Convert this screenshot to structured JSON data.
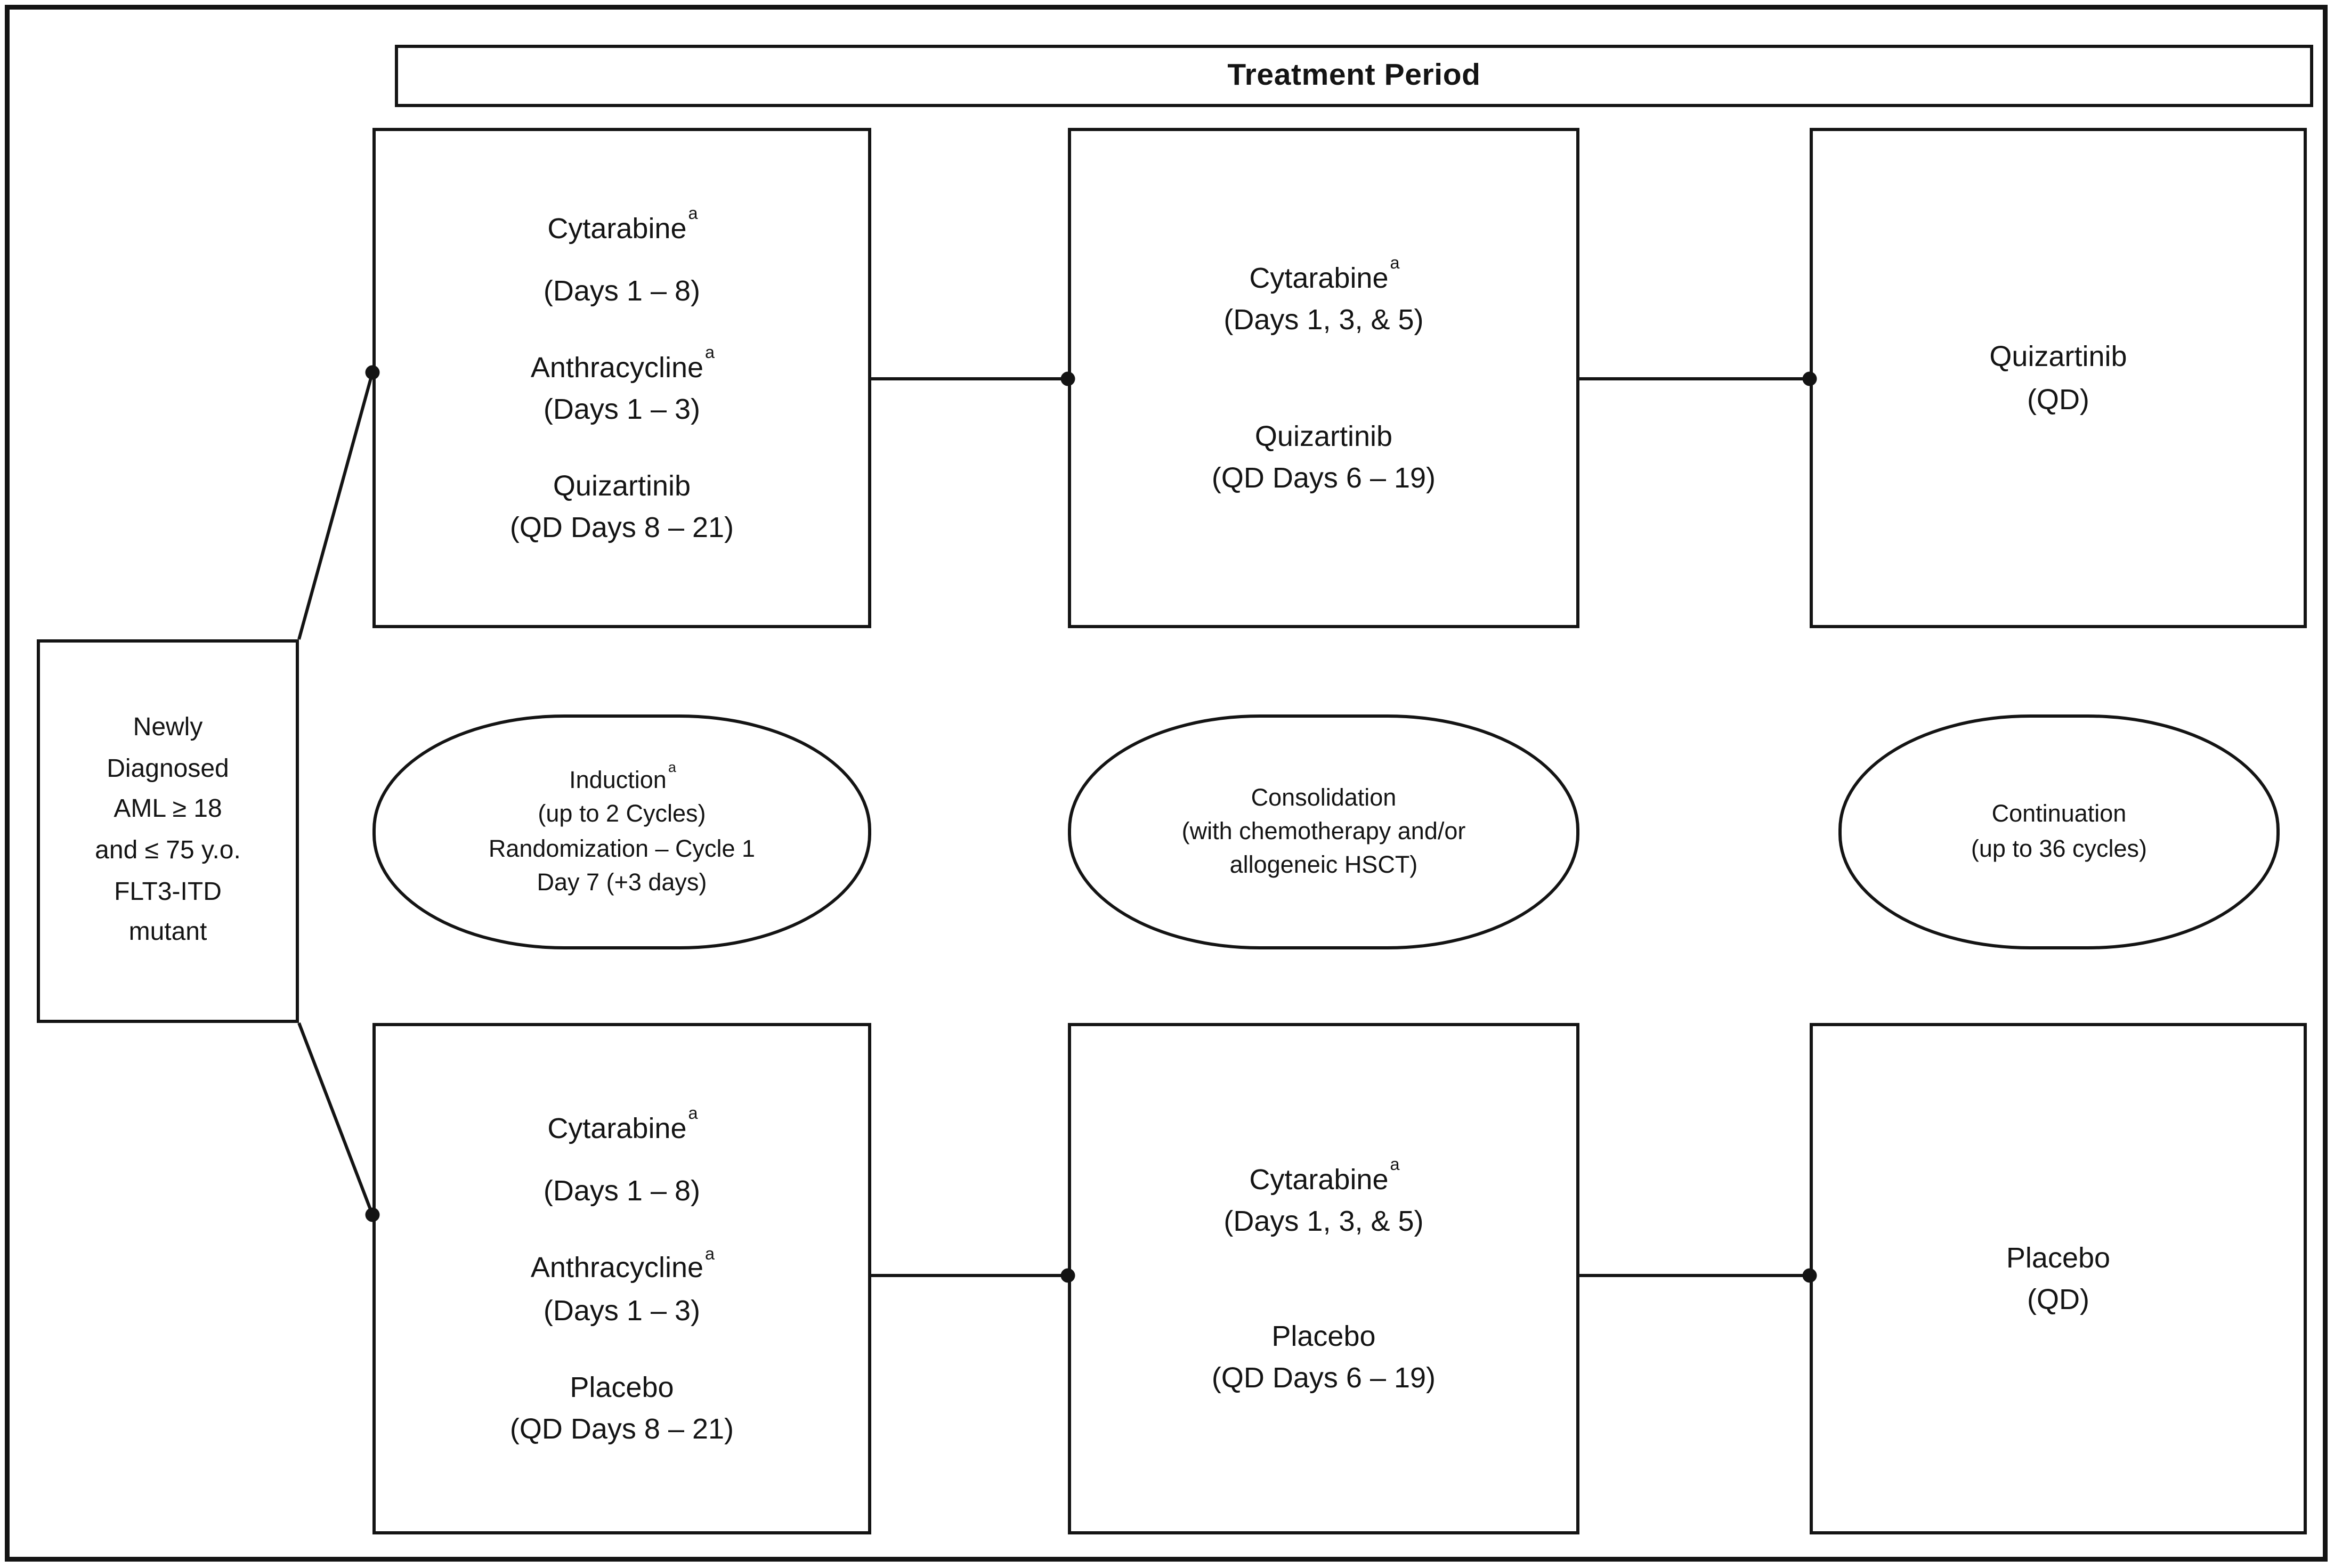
{
  "colors": {
    "ink": "#141414",
    "paper": "#ffffff"
  },
  "header": {
    "title": "Treatment Period"
  },
  "entry_box": {
    "lines": [
      "Newly",
      "Diagnosed",
      "AML ≥ 18",
      "and ≤ 75 y.o.",
      "FLT3-ITD",
      "mutant"
    ]
  },
  "phases": {
    "induction": {
      "lines": [
        "Induction^a",
        "(up to 2 Cycles)",
        "Randomization – Cycle 1",
        "Day 7 (+3 days)"
      ]
    },
    "consolidation": {
      "lines": [
        "Consolidation",
        "(with chemotherapy and/or",
        "allogeneic HSCT)"
      ]
    },
    "continuation": {
      "lines": [
        "Continuation",
        "(up to 36 cycles)"
      ]
    }
  },
  "quizartinib_arm": {
    "induction": {
      "groups": [
        [
          "Cytarabine^a",
          "(Days 1 – 8)"
        ],
        [
          "Anthracycline^a",
          "(Days 1 – 3)"
        ],
        [
          "Quizartinib",
          "(QD Days 8 – 21)"
        ]
      ]
    },
    "consolidation": {
      "groups": [
        [
          "Cytarabine^a",
          "(Days 1, 3, & 5)"
        ],
        [
          "Quizartinib",
          "(QD Days 6 – 19)"
        ]
      ]
    },
    "continuation": {
      "groups": [
        [
          "Quizartinib",
          "(QD)"
        ]
      ]
    }
  },
  "placebo_arm": {
    "induction": {
      "groups": [
        [
          "Cytarabine^a",
          "(Days 1 – 8)"
        ],
        [
          "Anthracycline^a",
          "(Days 1 – 3)"
        ],
        [
          "Placebo",
          "(QD Days 8 – 21)"
        ]
      ]
    },
    "consolidation": {
      "groups": [
        [
          "Cytarabine^a",
          "(Days 1, 3, & 5)"
        ],
        [
          "Placebo",
          "(QD Days 6 – 19)"
        ]
      ]
    },
    "continuation": {
      "groups": [
        [
          "Placebo",
          "(QD)"
        ]
      ]
    }
  }
}
